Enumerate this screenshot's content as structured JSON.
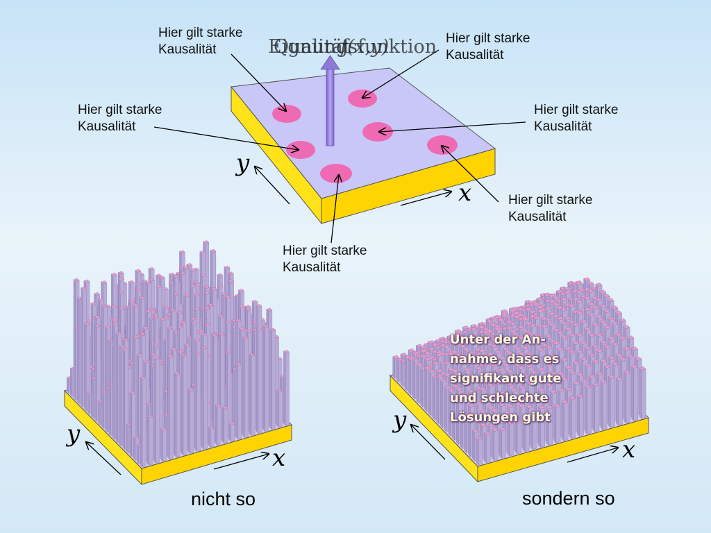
{
  "title_overlap": [
    "Eignungsfunktion",
    "Qualität",
    "f(x,y)"
  ],
  "label_text": [
    "Hier gilt starke",
    "Kausalität"
  ],
  "axis_x": "x",
  "axis_y": "y",
  "caption_left": "nicht so",
  "caption_right": "sondern so",
  "annotation": [
    "Unter der An-",
    "nahme, dass es",
    "signifikant gute",
    "und schlechte",
    "Lösungen gibt"
  ],
  "colors": {
    "plane_top": "#c9c7f7",
    "slab_side": "#ffe21a",
    "slab_front": "#ffd400",
    "spot": "#ee6bb4",
    "bar": "#b9acd6",
    "bar_top": "#e79ac8",
    "arrow": "#8f79d6"
  }
}
